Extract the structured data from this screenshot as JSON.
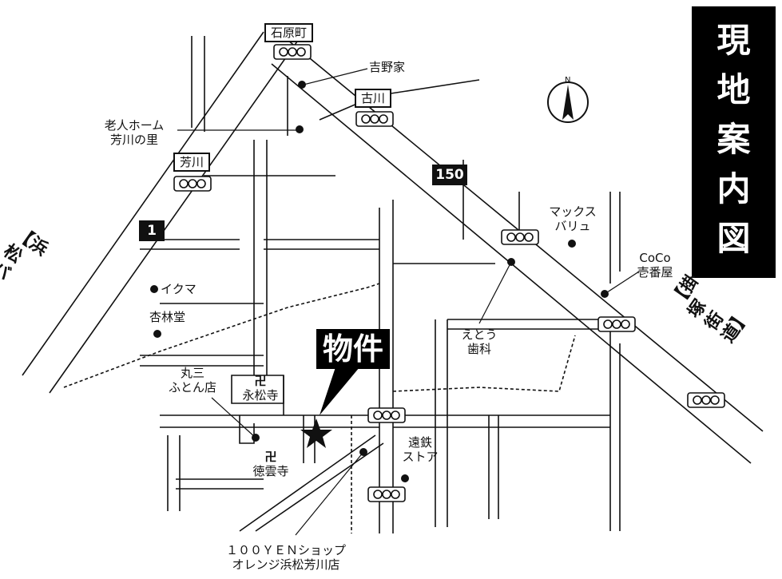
{
  "title": "現地案内図",
  "property_label": "物件",
  "route_numbers": [
    "1",
    "150"
  ],
  "intersections": [
    "石原町",
    "古川",
    "芳川"
  ],
  "roads": {
    "bypass": "【浜松バイパス】",
    "kakegawa_road": "【掛塚街道】"
  },
  "landmarks": {
    "yoshinoya": "吉野家",
    "nursing_home_line1": "老人ホーム",
    "nursing_home_line2": "芳川の里",
    "maxvalu_line1": "マックス",
    "maxvalu_line2": "バリュ",
    "coco_line1": "CoCo",
    "coco_line2": "壱番屋",
    "ikuma": "イクマ",
    "kyorindo": "杏林堂",
    "etou_line1": "えとう",
    "etou_line2": "歯科",
    "marusan_line1": "丸三",
    "marusan_line2": "ふとん店",
    "eishouji": "永松寺",
    "tokuunji": "徳雲寺",
    "enshu_line1": "遠鉄",
    "enshu_line2": "ストア",
    "shop_line1": "１００ＹＥＮショップ",
    "shop_line2": "オレンジ浜松芳川店",
    "temple_symbol": "卍",
    "north": "N"
  },
  "colors": {
    "ink": "#111111",
    "paper": "#ffffff"
  }
}
